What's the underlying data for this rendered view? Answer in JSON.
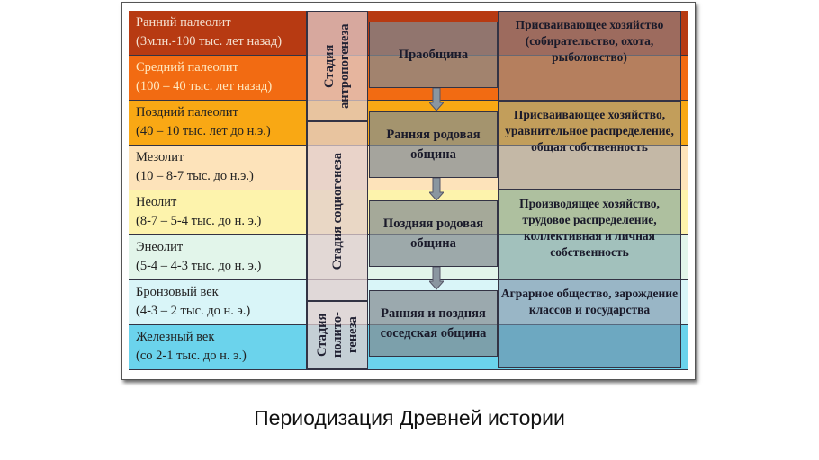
{
  "colors": [
    "#b73a12",
    "#f26b12",
    "#f9a814",
    "#fde3ba",
    "#fdf3ac",
    "#e2f5ea",
    "#d9f5f8",
    "#6bd3ec"
  ],
  "eras": [
    {
      "name": "Ранний палеолит",
      "dates": "(3млн.-100 тыс. лет назад)"
    },
    {
      "name": "Средний палеолит",
      "dates": "(100 – 40 тыс. лет назад)"
    },
    {
      "name": "Поздний палеолит",
      "dates": "(40 – 10 тыс. лет до н.э.)"
    },
    {
      "name": "Мезолит",
      "dates": "(10 – 8-7 тыс. до н.э.)"
    },
    {
      "name": "Неолит",
      "dates": "(8-7 – 5-4 тыс. до н. э.)"
    },
    {
      "name": "Энеолит",
      "dates": "(5-4 – 4-3 тыс. до н. э.)"
    },
    {
      "name": "Бронзовый век",
      "dates": "(4-3 – 2 тыс. до н. э.)"
    },
    {
      "name": "Железный век",
      "dates": "(со 2-1 тыс. до н. э.)"
    }
  ],
  "stages": [
    "Стадия антропогенеза",
    "Стадия социогенеза",
    "Стадия полито-генеза"
  ],
  "communities": [
    "Праобщина",
    "Ранняя родовая община",
    "Поздняя родовая община",
    "Ранняя и поздняя соседская община"
  ],
  "economy": [
    "Присваивающее хозяйство (собирательство, охота, рыболовство)",
    "Присваивающее хозяйство, уравнительное распределение, общая собственность",
    "Производящее хозяйство, трудовое распределение, коллективная и личная собственность",
    "Аграрное общество, зарождение классов и государства"
  ],
  "title": "Периодизация Древней истории"
}
